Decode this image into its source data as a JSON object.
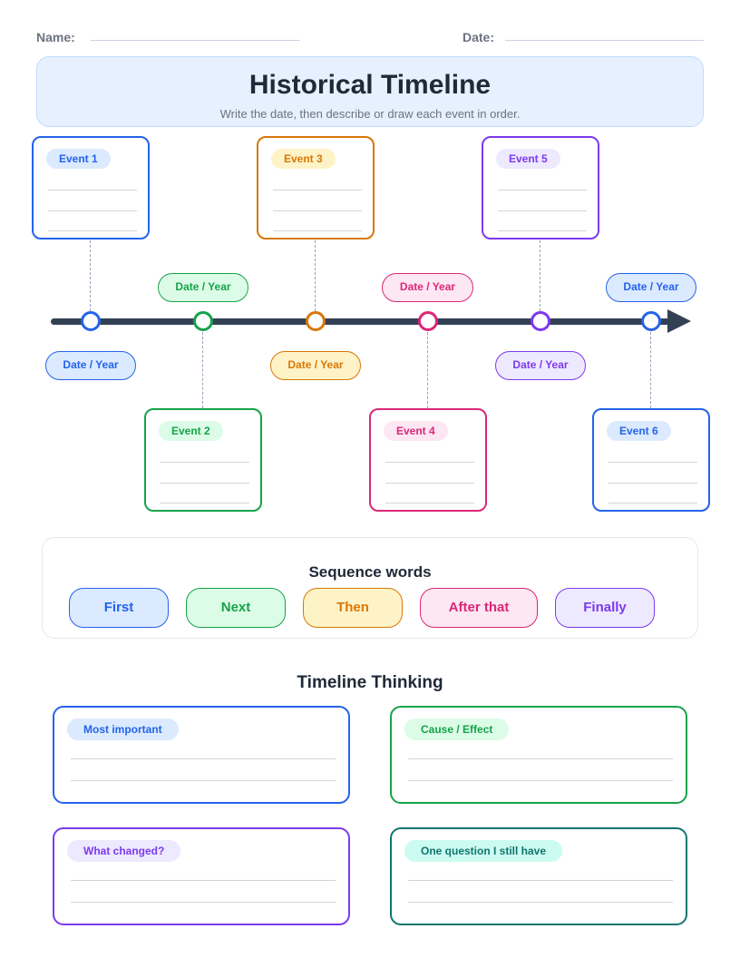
{
  "header": {
    "name_label": "Name:",
    "date_label": "Date:"
  },
  "banner": {
    "title": "Historical Timeline",
    "subtitle": "Write the date, then describe or draw each event in order."
  },
  "colors": {
    "blue": "#2563eb",
    "green": "#16a34a",
    "orange": "#d97706",
    "pink": "#db2777",
    "purple": "#7c3aed",
    "teal": "#0f766e",
    "axis": "#334155"
  },
  "events": [
    {
      "label": "Event 1",
      "date": "Date / Year"
    },
    {
      "label": "Event 2",
      "date": "Date / Year"
    },
    {
      "label": "Event 3",
      "date": "Date / Year"
    },
    {
      "label": "Event 4",
      "date": "Date / Year"
    },
    {
      "label": "Event 5",
      "date": "Date / Year"
    },
    {
      "label": "Event 6",
      "date": "Date / Year"
    }
  ],
  "sequence": {
    "title": "Sequence words",
    "words": [
      "First",
      "Next",
      "Then",
      "After that",
      "Finally"
    ]
  },
  "thinking": {
    "title": "Timeline Thinking",
    "prompts": [
      "Most important",
      "Cause / Effect",
      "What changed?",
      "One question I still have"
    ]
  }
}
